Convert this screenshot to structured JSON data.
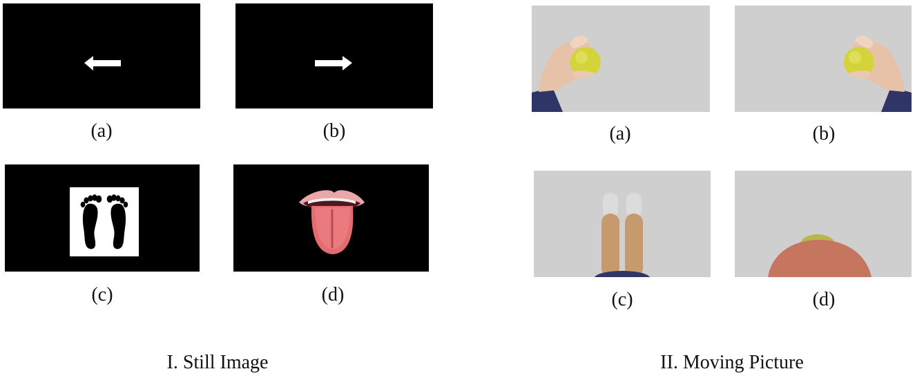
{
  "still": {
    "title": "I. Still Image",
    "labels": {
      "a": "(a)",
      "b": "(b)",
      "c": "(c)",
      "d": "(d)"
    }
  },
  "moving": {
    "title": "II. Moving Picture",
    "labels": {
      "a": "(a)",
      "b": "(b)",
      "c": "(c)",
      "d": "(d)"
    }
  },
  "icons": {
    "still_a": "left-arrow-icon",
    "still_b": "right-arrow-icon",
    "still_c": "footprints-icon",
    "still_d": "tongue-icon",
    "moving_a": "left-hand-ball-icon",
    "moving_b": "right-hand-ball-icon",
    "moving_c": "legs-icon",
    "moving_d": "head-tongue-icon"
  },
  "colors": {
    "still_background": "#000000",
    "moving_background": "#cfcfcf",
    "ball": "#d4d43a",
    "sleeve": "#2f3566",
    "skin": "#e6c3a8",
    "tongue": "#e4686e"
  }
}
